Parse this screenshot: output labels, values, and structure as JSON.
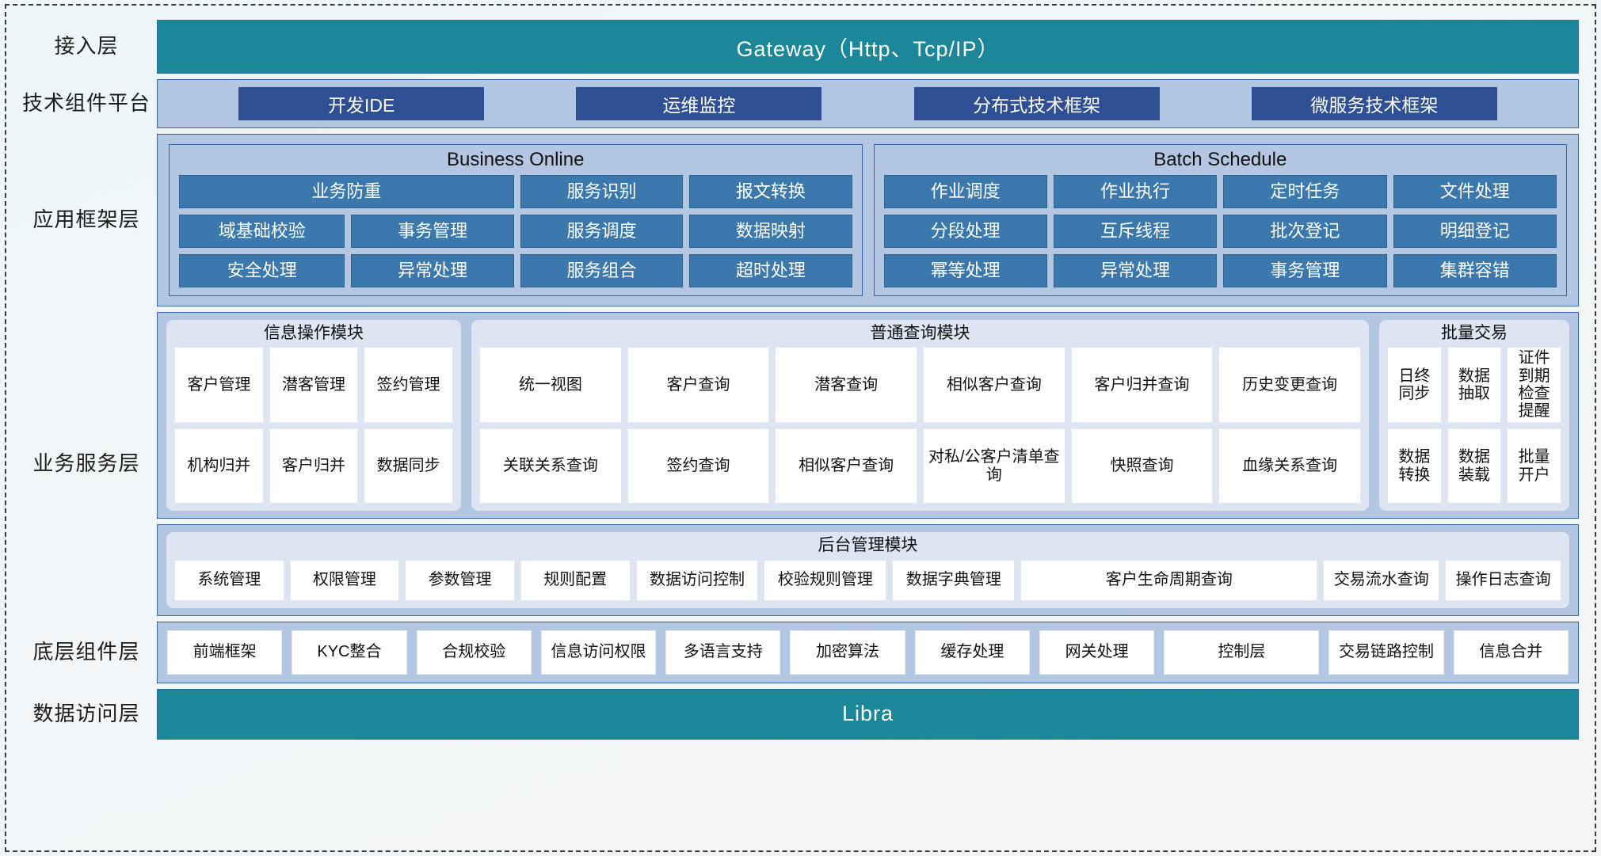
{
  "layers": {
    "access": {
      "label": "接入层",
      "banner": "Gateway（Http、Tcp/IP）"
    },
    "tech": {
      "label": "技术组件平台",
      "chips": [
        "开发IDE",
        "运维监控",
        "分布式技术框架",
        "微服务技术框架"
      ]
    },
    "app": {
      "label": "应用框架层",
      "groups": [
        {
          "title": "Business Online",
          "chips": [
            "业务防重",
            "服务识别",
            "报文转换",
            "域基础校验",
            "事务管理",
            "服务调度",
            "数据映射",
            "安全处理",
            "异常处理",
            "服务组合",
            "超时处理"
          ]
        },
        {
          "title": "Batch Schedule",
          "chips": [
            "作业调度",
            "作业执行",
            "定时任务",
            "文件处理",
            "分段处理",
            "互斥线程",
            "批次登记",
            "明细登记",
            "幂等处理",
            "异常处理",
            "事务管理",
            "集群容错"
          ]
        }
      ]
    },
    "biz": {
      "label": "业务服务层",
      "modules": [
        {
          "title": "信息操作模块",
          "chips": [
            "客户管理",
            "潜客管理",
            "签约管理",
            "机构归并",
            "客户归并",
            "数据同步"
          ]
        },
        {
          "title": "普通查询模块",
          "chips": [
            "统一视图",
            "客户查询",
            "潜客查询",
            "相似客户查询",
            "客户归并查询",
            "历史变更查询",
            "关联关系查询",
            "签约查询",
            "相似客户查询",
            "对私/公客户清单查询",
            "快照查询",
            "血缘关系查询"
          ]
        },
        {
          "title": "批量交易",
          "chips": [
            "日终同步",
            "数据抽取",
            "证件到期检查提醒",
            "数据转换",
            "数据装载",
            "批量开户"
          ]
        },
        {
          "title": "后台管理模块",
          "chips": [
            "系统管理",
            "权限管理",
            "参数管理",
            "规则配置",
            "数据访问控制",
            "校验规则管理",
            "数据字典管理",
            "客户生命周期查询",
            "交易流水查询",
            "操作日志查询"
          ]
        }
      ]
    },
    "base": {
      "label": "底层组件层",
      "chips": [
        "前端框架",
        "KYC整合",
        "合规校验",
        "信息访问权限",
        "多语言支持",
        "加密算法",
        "缓存处理",
        "网关处理",
        "控制层",
        "交易链路控制",
        "信息合并"
      ]
    },
    "data": {
      "label": "数据访问层",
      "banner": "Libra"
    }
  },
  "colors": {
    "teal": "#1b8799",
    "panel_blue": "#b4c7e2",
    "chip_dark_blue": "#2f4f95",
    "chip_blue": "#3a78ad",
    "group_light": "#dde5f3",
    "border_blue": "#3a62a0"
  }
}
